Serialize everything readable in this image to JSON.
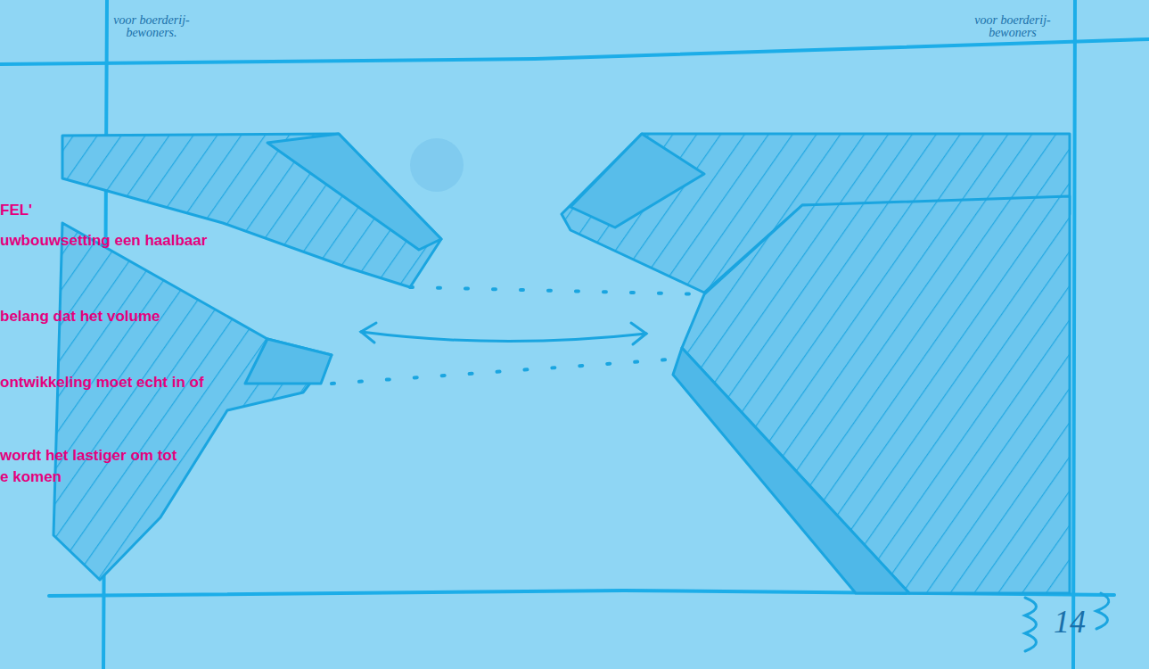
{
  "diagram": {
    "labels": [
      "voor boerderij-bewoners.",
      "voor boerderij-bewoners",
      "FEL'",
      "uwbouwsetting een haalbaar",
      "belang dat het volume",
      "ontwikkeling moet echt in of",
      "wordt het lastiger om tot",
      "e komen",
      "14"
    ]
  }
}
